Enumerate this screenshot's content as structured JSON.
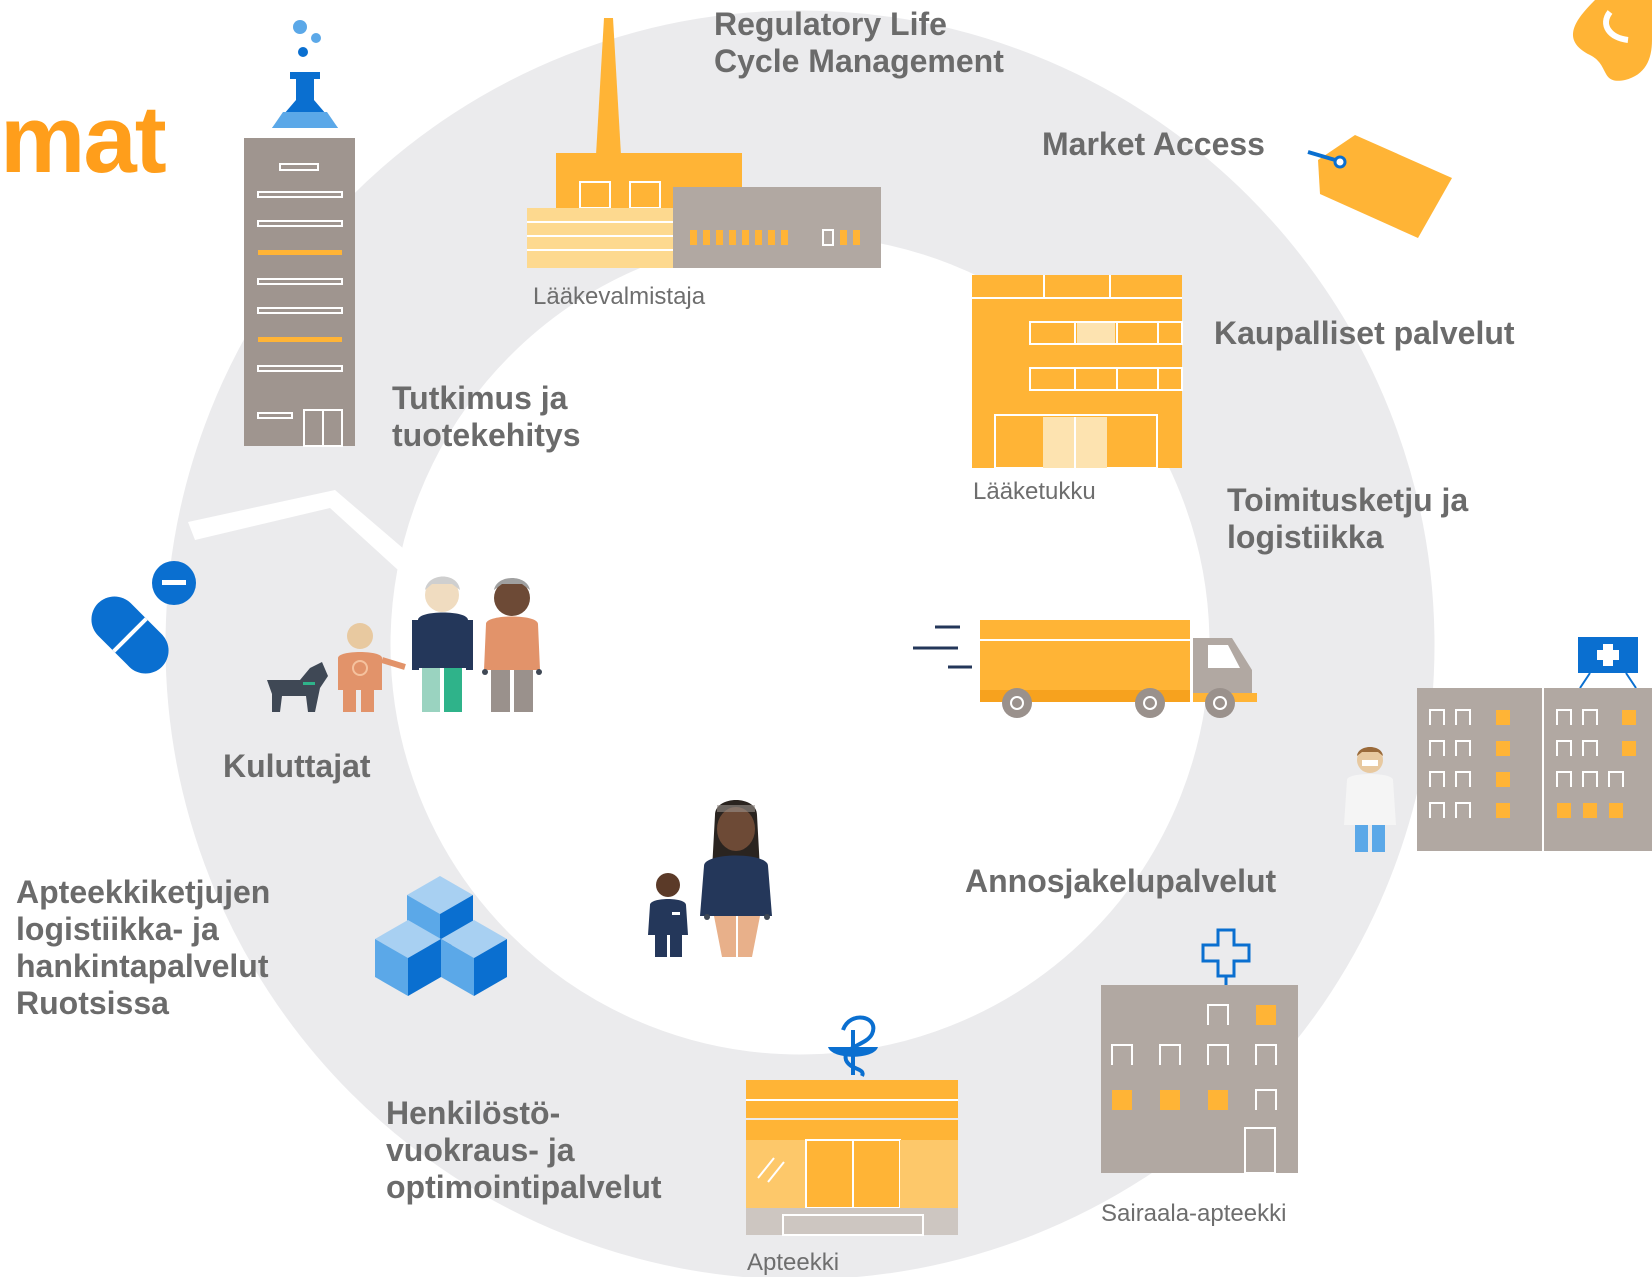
{
  "header": {
    "title_fragment": "mat"
  },
  "services": {
    "regulatory": "Regulatory Life\nCycle Management",
    "market_access": "Market Access",
    "commercial": "Kaupalliset palvelut",
    "research": "Tutkimus ja\ntuotekehitys",
    "supply_chain": "Toimitusketju ja\nlogistiikka",
    "consumers": "Kuluttajat",
    "dose_dispensing": "Annosjakelupalvelut",
    "sweden_logistics": "Apteekkiketjujen\nlogistiikka- ja\nhankintapalvelut\nRuotsissa",
    "staffing": "Henkilöstö-\nvuokraus- ja\noptimointipalvelut"
  },
  "stakeholders": {
    "manufacturer": "Lääkevalmistaja",
    "wholesaler": "Lääketukku",
    "hospital_pharmacy": "Sairaala-apteekki",
    "pharmacy": "Apteekki"
  },
  "colors": {
    "ring": "#ebebed",
    "orange": "#ffb436",
    "orange_dark": "#f7a21e",
    "brand_orange": "#ff9e1b",
    "grey_building": "#b1a8a2",
    "grey_dark": "#9a918c",
    "blue": "#0a6fd0",
    "blue_light": "#5ba8e8",
    "navy": "#24375a",
    "text": "#6b6b6b"
  },
  "icons": {
    "lab": "research-tower-flask-icon",
    "factory": "factory-icon",
    "tag": "price-tag-icon",
    "warehouse": "wholesaler-building-icon",
    "truck": "delivery-truck-icon",
    "hospital": "hospital-icon",
    "doctor": "doctor-icon",
    "pills": "pill-capsule-icon",
    "family": "family-with-dog-icon",
    "mother_child": "mother-and-child-icon",
    "cubes": "stacked-cubes-icon",
    "pharmacy": "pharmacy-building-icon",
    "hospital_pharmacy": "hospital-pharmacy-building-icon",
    "logo": "brand-logo-icon"
  }
}
